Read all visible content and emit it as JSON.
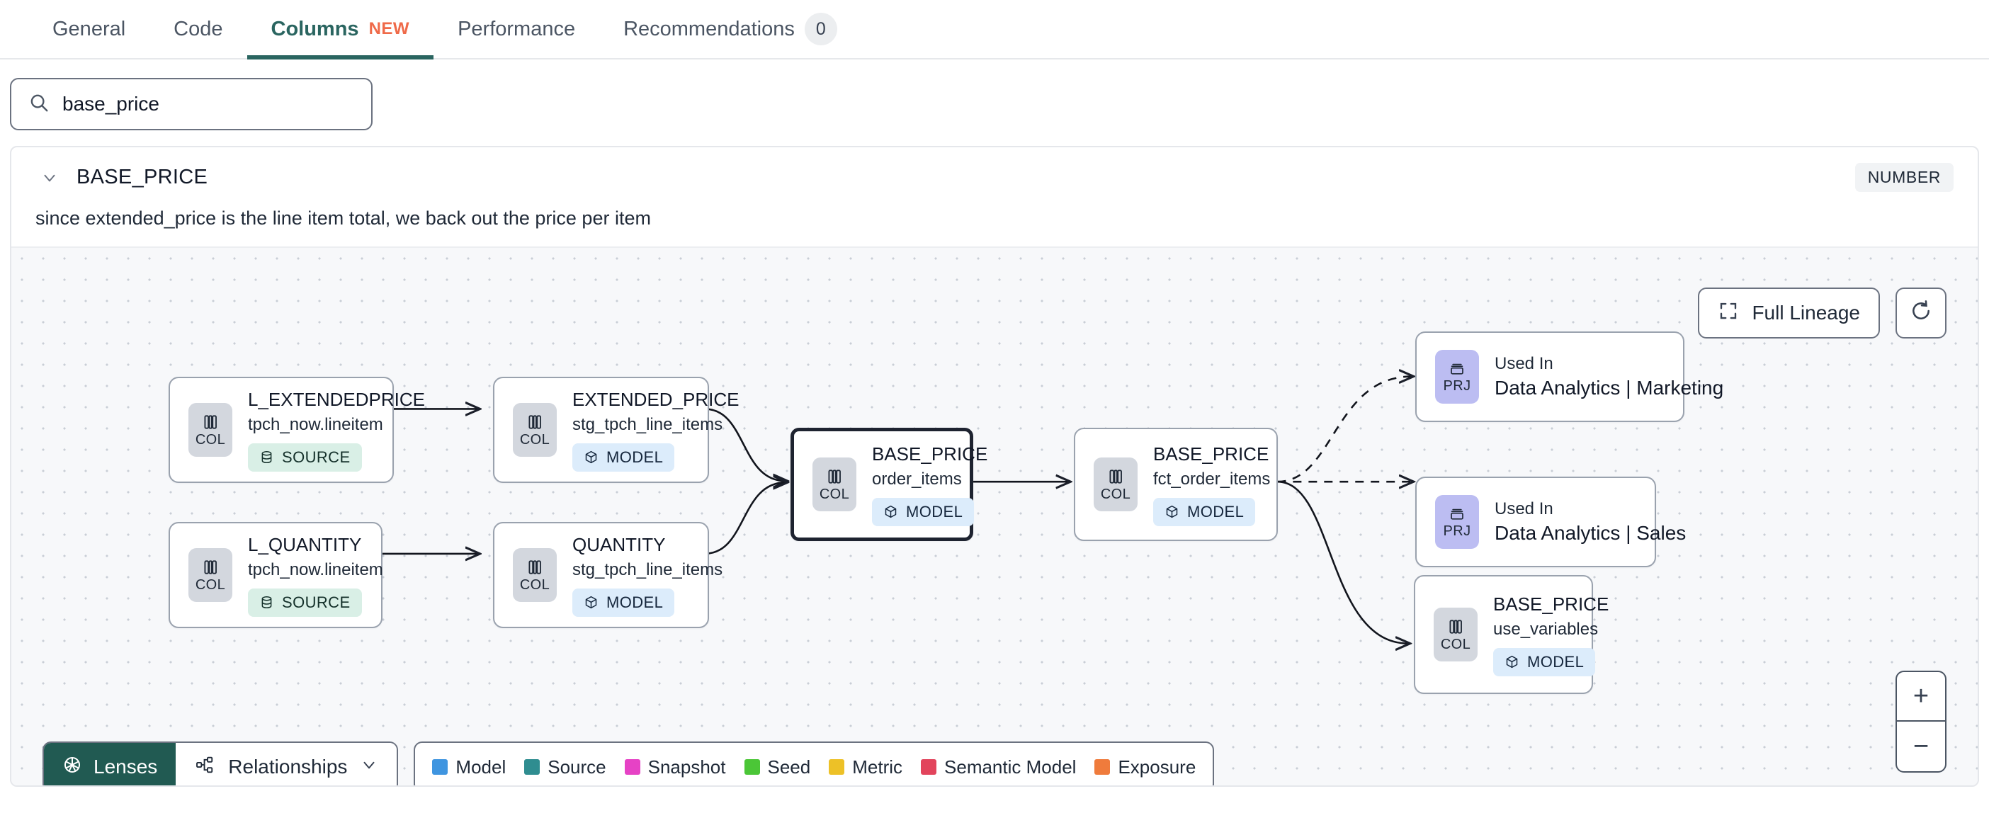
{
  "tabs": [
    {
      "label": "General",
      "active": false
    },
    {
      "label": "Code",
      "active": false
    },
    {
      "label": "Columns",
      "active": true,
      "badge": "NEW"
    },
    {
      "label": "Performance",
      "active": false
    },
    {
      "label": "Recommendations",
      "active": false,
      "count": "0"
    }
  ],
  "search": {
    "value": "base_price",
    "placeholder": "Search columns",
    "icon": "search-icon"
  },
  "column": {
    "name": "BASE_PRICE",
    "type_badge": "NUMBER",
    "description": "since extended_price is the line item total, we back out the price per item",
    "expanded": true
  },
  "canvas": {
    "full_lineage_label": "Full Lineage",
    "full_lineage_icon": "expand-icon",
    "refresh_icon": "refresh-icon",
    "zoom_in": "+",
    "zoom_out": "−",
    "nodes": [
      {
        "id": "l_extendedprice",
        "kind": "COL",
        "title": "L_EXTENDEDPRICE",
        "sub": "tpch_now.lineitem",
        "tag": "SOURCE",
        "tag_kind": "source",
        "tag_icon": "database-icon"
      },
      {
        "id": "l_quantity",
        "kind": "COL",
        "title": "L_QUANTITY",
        "sub": "tpch_now.lineitem",
        "tag": "SOURCE",
        "tag_kind": "source",
        "tag_icon": "database-icon"
      },
      {
        "id": "extended_price",
        "kind": "COL",
        "title": "EXTENDED_PRICE",
        "sub": "stg_tpch_line_items",
        "tag": "MODEL",
        "tag_kind": "model",
        "tag_icon": "cube-icon"
      },
      {
        "id": "quantity",
        "kind": "COL",
        "title": "QUANTITY",
        "sub": "stg_tpch_line_items",
        "tag": "MODEL",
        "tag_kind": "model",
        "tag_icon": "cube-icon"
      },
      {
        "id": "base_price_order_items",
        "kind": "COL",
        "title": "BASE_PRICE",
        "sub": "order_items",
        "tag": "MODEL",
        "tag_kind": "model",
        "tag_icon": "cube-icon",
        "selected": true
      },
      {
        "id": "base_price_fct",
        "kind": "COL",
        "title": "BASE_PRICE",
        "sub": "fct_order_items",
        "tag": "MODEL",
        "tag_kind": "model",
        "tag_icon": "cube-icon"
      },
      {
        "id": "base_price_use_variables",
        "kind": "COL",
        "title": "BASE_PRICE",
        "sub": "use_variables",
        "tag": "MODEL",
        "tag_kind": "model",
        "tag_icon": "cube-icon"
      }
    ],
    "used_in": [
      {
        "id": "prj_marketing",
        "kind": "PRJ",
        "label": "Used In",
        "name": "Data Analytics | Marketing",
        "icon": "project-icon"
      },
      {
        "id": "prj_sales",
        "kind": "PRJ",
        "label": "Used In",
        "name": "Data Analytics | Sales",
        "icon": "project-icon"
      }
    ]
  },
  "toolbar": {
    "lenses_label": "Lenses",
    "lenses_icon": "aperture-icon",
    "relationships_label": "Relationships",
    "relationships_icon": "hierarchy-icon",
    "relationships_chevron": "chevron-down-icon"
  },
  "legend": [
    {
      "label": "Model",
      "color": "#3f95e0"
    },
    {
      "label": "Source",
      "color": "#2f8d90"
    },
    {
      "label": "Snapshot",
      "color": "#e642c5"
    },
    {
      "label": "Seed",
      "color": "#4bc637"
    },
    {
      "label": "Metric",
      "color": "#edc127"
    },
    {
      "label": "Semantic Model",
      "color": "#e2445c"
    },
    {
      "label": "Exposure",
      "color": "#ef7b3c"
    }
  ]
}
